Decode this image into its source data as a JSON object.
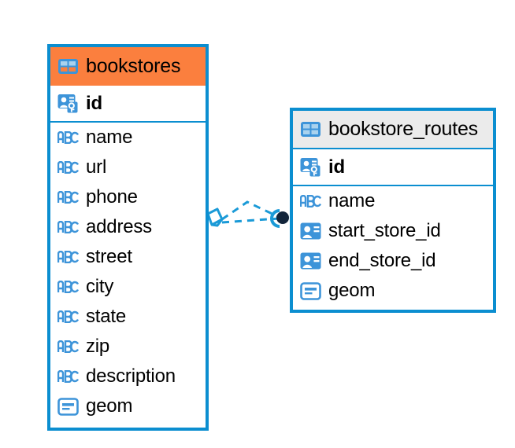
{
  "diagram": {
    "type": "entity-relationship-diagram",
    "colors": {
      "accent_header": "#fb7f3e",
      "plain_header": "#ebebeb",
      "border": "#0b8ed0",
      "icon_blue": "#3d94d9",
      "connector": "#1a9ad7",
      "endpoint": "#12253b"
    },
    "entities": [
      {
        "name": "bookstores",
        "header_style": "accent",
        "header_icon": "table-icon",
        "fields": [
          {
            "name": "id",
            "icon": "primary-key-icon",
            "bold": true
          },
          {
            "name": "name",
            "icon": "text-abc-icon",
            "bold": false
          },
          {
            "name": "url",
            "icon": "text-abc-icon",
            "bold": false
          },
          {
            "name": "phone",
            "icon": "text-abc-icon",
            "bold": false
          },
          {
            "name": "address",
            "icon": "text-abc-icon",
            "bold": false
          },
          {
            "name": "street",
            "icon": "text-abc-icon",
            "bold": false
          },
          {
            "name": "city",
            "icon": "text-abc-icon",
            "bold": false
          },
          {
            "name": "state",
            "icon": "text-abc-icon",
            "bold": false
          },
          {
            "name": "zip",
            "icon": "text-abc-icon",
            "bold": false
          },
          {
            "name": "description",
            "icon": "text-abc-icon",
            "bold": false
          },
          {
            "name": "geom",
            "icon": "geometry-icon",
            "bold": false
          }
        ]
      },
      {
        "name": "bookstore_routes",
        "header_style": "plain",
        "header_icon": "table-icon",
        "fields": [
          {
            "name": "id",
            "icon": "primary-key-icon",
            "bold": true
          },
          {
            "name": "name",
            "icon": "text-abc-icon",
            "bold": false
          },
          {
            "name": "start_store_id",
            "icon": "foreign-key-icon",
            "bold": false
          },
          {
            "name": "end_store_id",
            "icon": "foreign-key-icon",
            "bold": false
          },
          {
            "name": "geom",
            "icon": "geometry-icon",
            "bold": false
          }
        ]
      }
    ],
    "relationship": {
      "from": "bookstores",
      "to": "bookstore_routes",
      "line_style": "dashed",
      "source_marker": "diamond-marker",
      "target_marker": "filled-circle-marker"
    }
  }
}
